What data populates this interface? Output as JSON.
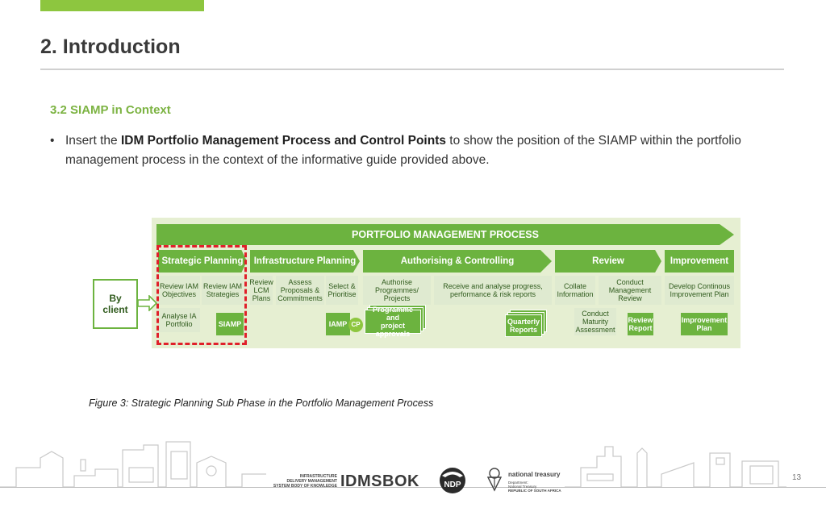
{
  "header": {
    "title": "2. Introduction"
  },
  "section": {
    "subtitle": "3.2 SIAMP in Context"
  },
  "bullet": {
    "prefix": "Insert the ",
    "bold": "IDM Portfolio Management Process and Control Points",
    "suffix": " to show the position of the SIAMP within the portfolio management process in the context of the informative guide provided above."
  },
  "diagram": {
    "banner": "PORTFOLIO MANAGEMENT PROCESS",
    "phases": [
      "Strategic Planning",
      "Infrastructure Planning",
      "Authorising & Controlling",
      "Review",
      "Improvement"
    ],
    "sub": {
      "review_iam_objectives": [
        "Review IAM",
        "Objectives"
      ],
      "review_iam_strategies": [
        "Review IAM",
        "Strategies"
      ],
      "review_lcm_plans": [
        "Review",
        "LCM",
        "Plans"
      ],
      "assess_proposals": [
        "Assess",
        "Proposals &",
        "Commitments"
      ],
      "select_prioritise": [
        "Select &",
        "Prioritise"
      ],
      "authorise_programmes": [
        "Authorise",
        "Programmes/",
        "Projects"
      ],
      "receive_analyse": [
        "Receive and analyse progress,",
        "performance & risk reports"
      ],
      "collate_information": [
        "Collate",
        "Information"
      ],
      "conduct_management_review": [
        "Conduct",
        "Management",
        "Review"
      ],
      "develop_improvement_plan": [
        "Develop Continous",
        "Improvement Plan"
      ]
    },
    "outputs": {
      "analyse_ia_portfolio": [
        "Analyse IA",
        "Portfolio"
      ],
      "siamp": "SIAMP",
      "iamp": "IAMP",
      "cp": "CP",
      "programme_approvals": [
        "Programme and",
        "project approvals"
      ],
      "quarterly_reports": [
        "Quarterly",
        "Reports"
      ],
      "conduct_maturity": [
        "Conduct",
        "Maturity",
        "Assessment"
      ],
      "review_report": [
        "Review",
        "Report"
      ],
      "improvement_plan": [
        "Improvement",
        "Plan"
      ]
    },
    "by_client": [
      "By",
      "client"
    ]
  },
  "caption": "Figure 3: Strategic Planning Sub Phase in the Portfolio Management Process",
  "footer": {
    "idm_small": [
      "INFRASTRUCTURE",
      "DELIVERY MANAGEMENT",
      "SYSTEM BODY OF KNOWLEDGE"
    ],
    "idm_logo": "IDMSBOK",
    "ndp": "NDP",
    "nt_title": "national treasury",
    "nt_small": [
      "Department:",
      "National Treasury",
      "REPUBLIC OF SOUTH AFRICA"
    ],
    "page_number": "13"
  },
  "colors": {
    "accent": "#8dc63f",
    "phase_green": "#6cb33f",
    "highlight_red": "#e0202a",
    "subtitle_green": "#7cb342"
  }
}
